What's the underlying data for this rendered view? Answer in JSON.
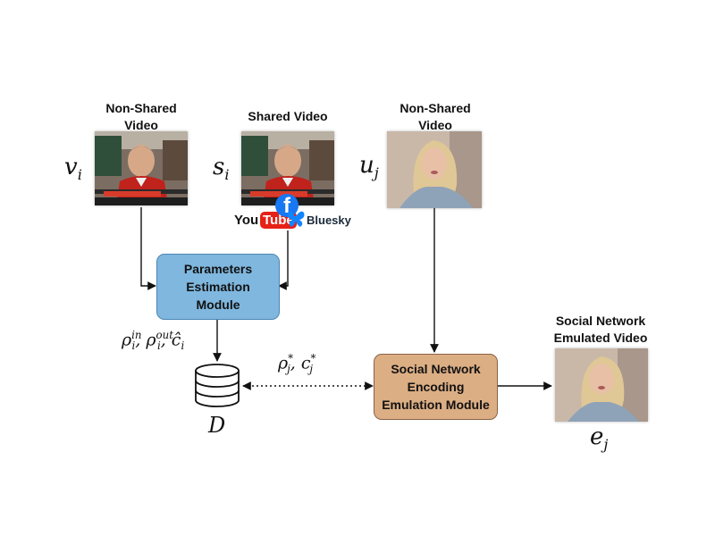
{
  "inputs": {
    "non_shared_video_1": {
      "title": "Non-Shared\nVideo",
      "symbol_base": "v",
      "symbol_sub": "i"
    },
    "shared_video": {
      "title": "Shared Video",
      "symbol_base": "s",
      "symbol_sub": "i"
    },
    "non_shared_video_2": {
      "title": "Non-Shared\nVideo",
      "symbol_base": "u",
      "symbol_sub": "j"
    }
  },
  "platforms": {
    "youtube_left": "You",
    "youtube_right": "Tube",
    "facebook": "f",
    "bluesky": "Bluesky"
  },
  "modules": {
    "parameters_estimation": "Parameters\nEstimation\nModule",
    "social_network_emulation": "Social Network\nEncoding\nEmulation Module"
  },
  "database": {
    "symbol": "D",
    "params_rho": "ρ",
    "params_in": "in",
    "params_out": "out",
    "params_c": "ĉ",
    "params_sub": "i"
  },
  "query": {
    "rho": "ρ",
    "c": "c",
    "star": "*",
    "sub": "j"
  },
  "output": {
    "title": "Social Network\nEmulated Video",
    "symbol_base": "e",
    "symbol_sub": "j"
  },
  "colors": {
    "parameters_box": "#7fb7de",
    "emulation_box": "#dcae84",
    "youtube_red": "#e62117",
    "facebook_blue": "#1877f2",
    "bluesky_blue": "#1185fe"
  }
}
